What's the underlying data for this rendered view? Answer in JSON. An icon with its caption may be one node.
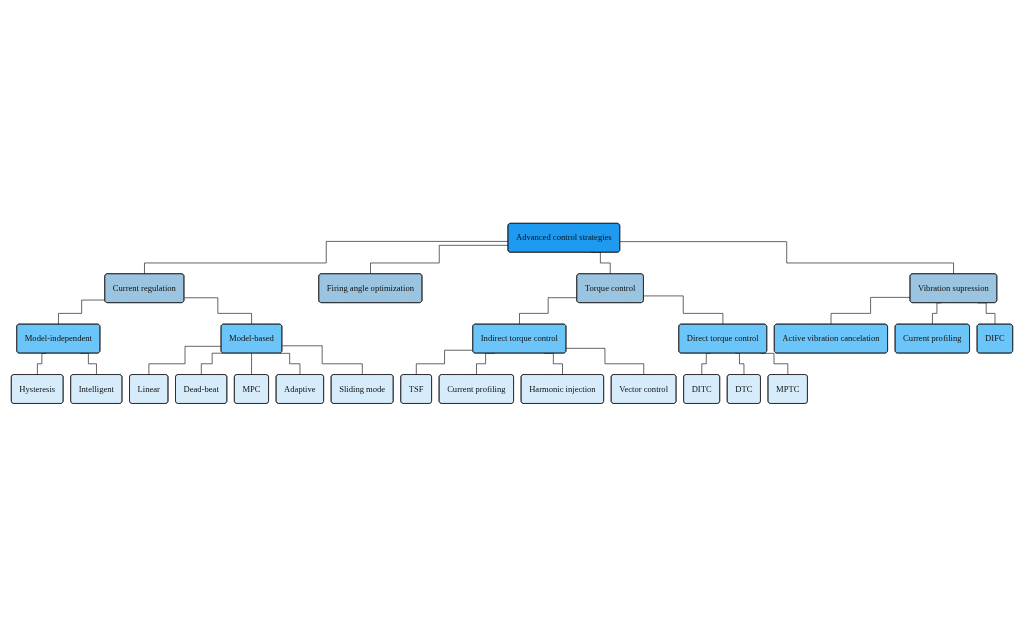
{
  "diagram": {
    "nodes": [
      {
        "text": [
          "Advanced control strategies"
        ]
      },
      {
        "text": [
          "Current regulation"
        ]
      },
      {
        "text": [
          "Firing angle optimization"
        ]
      },
      {
        "text": [
          "Torque control"
        ]
      },
      {
        "text": [
          "Vibration supression"
        ]
      },
      {
        "text": [
          "Model-independent"
        ]
      },
      {
        "text": [
          "Model-based"
        ]
      },
      {
        "text": [
          "Indirect torque control"
        ]
      },
      {
        "text": [
          "Direct torque control"
        ]
      },
      {
        "text": [
          "Active vibration cancelation"
        ]
      },
      {
        "text": [
          "Current profiling"
        ]
      },
      {
        "text": [
          "DIFC"
        ]
      },
      {
        "text": [
          "Hysteresis"
        ]
      },
      {
        "text": [
          "Intelligent"
        ]
      },
      {
        "text": [
          "Linear"
        ]
      },
      {
        "text": [
          "Dead-beat"
        ]
      },
      {
        "text": [
          "MPC"
        ]
      },
      {
        "text": [
          "Adaptive"
        ]
      },
      {
        "text": [
          "Sliding mode"
        ]
      },
      {
        "text": [
          "TSF"
        ]
      },
      {
        "text": [
          "Current profiling"
        ]
      },
      {
        "text": [
          "Harmonic injection"
        ]
      },
      {
        "text": [
          "Vector control"
        ]
      },
      {
        "text": [
          "DITC"
        ]
      },
      {
        "text": [
          "DTC"
        ]
      },
      {
        "text": [
          "MPTC"
        ]
      }
    ],
    "edges": [
      {
        "from": 0,
        "to": 1,
        "arrow": "none"
      },
      {
        "from": 0,
        "to": 2,
        "arrow": "none"
      },
      {
        "from": 0,
        "to": 3,
        "arrow": "none"
      },
      {
        "from": 0,
        "to": 4,
        "arrow": "none"
      },
      {
        "from": 1,
        "to": 5,
        "arrow": "none"
      },
      {
        "from": 1,
        "to": 6,
        "arrow": "none"
      },
      {
        "from": 3,
        "to": 7,
        "arrow": "none"
      },
      {
        "from": 3,
        "to": 8,
        "arrow": "none"
      },
      {
        "from": 4,
        "to": 9,
        "arrow": "none"
      },
      {
        "from": 4,
        "to": 10,
        "arrow": "none"
      },
      {
        "from": 4,
        "to": 11,
        "arrow": "none"
      },
      {
        "from": 5,
        "to": 12,
        "arrow": "none"
      },
      {
        "from": 5,
        "to": 13,
        "arrow": "none"
      },
      {
        "from": 6,
        "to": 14,
        "arrow": "none"
      },
      {
        "from": 6,
        "to": 15,
        "arrow": "none"
      },
      {
        "from": 6,
        "to": 16,
        "arrow": "none"
      },
      {
        "from": 6,
        "to": 17,
        "arrow": "none"
      },
      {
        "from": 6,
        "to": 18,
        "arrow": "none"
      },
      {
        "from": 7,
        "to": 19,
        "arrow": "none"
      },
      {
        "from": 7,
        "to": 20,
        "arrow": "none"
      },
      {
        "from": 7,
        "to": 21,
        "arrow": "none"
      },
      {
        "from": 7,
        "to": 22,
        "arrow": "none"
      },
      {
        "from": 8,
        "to": 23,
        "arrow": "none"
      },
      {
        "from": 8,
        "to": 24,
        "arrow": "none"
      },
      {
        "from": 8,
        "to": 25,
        "arrow": "none"
      }
    ]
  }
}
